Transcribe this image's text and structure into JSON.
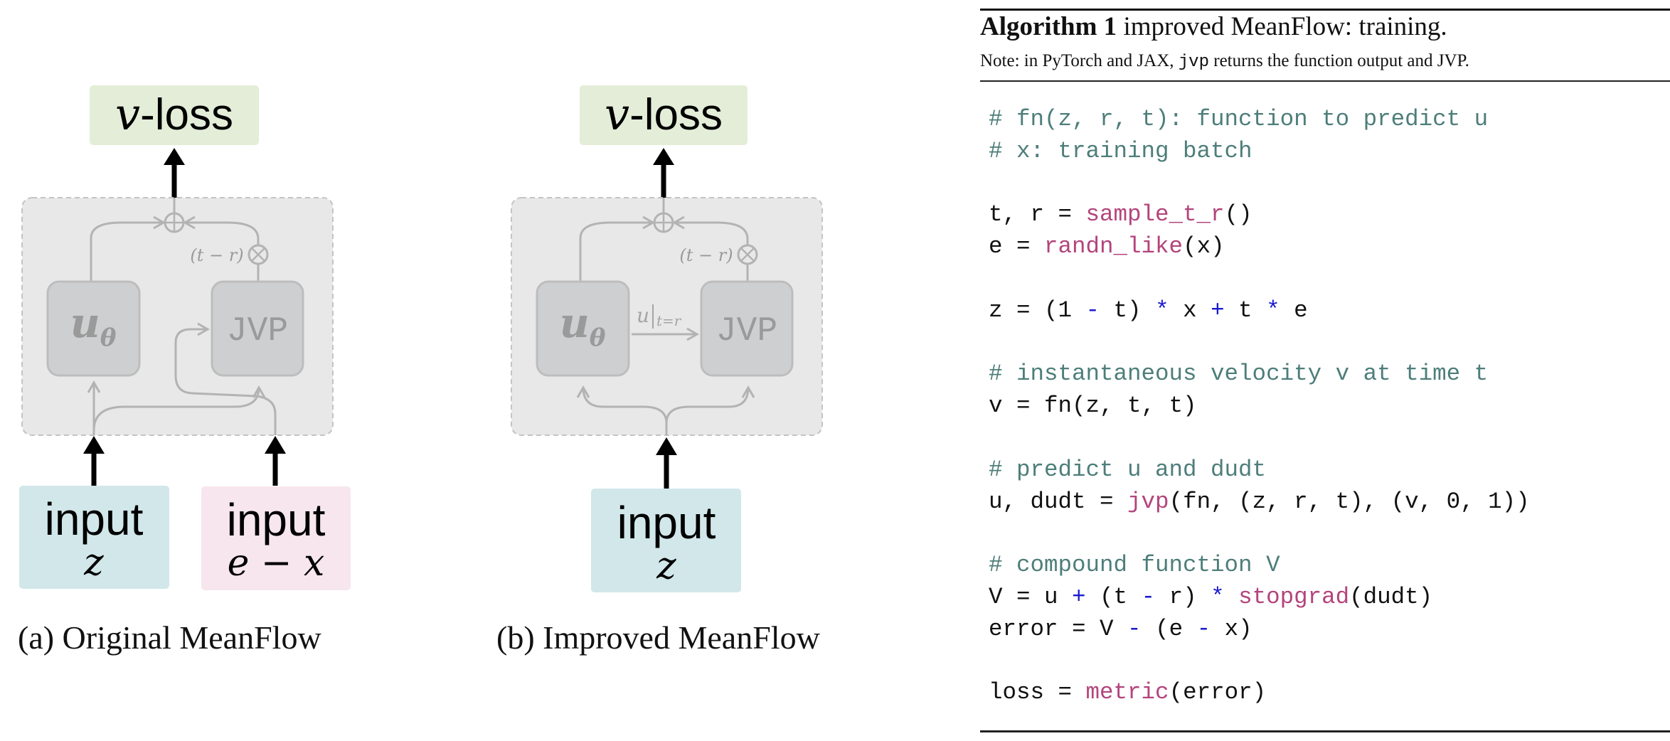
{
  "figures": [
    {
      "id": "a",
      "output_box": {
        "var": "v",
        "label": "-loss",
        "color": "#e3edd8"
      },
      "network_box": {
        "label_main": "u",
        "label_sub": "θ"
      },
      "jvp_box": {
        "label": "JVP"
      },
      "multiplier_label": "(t − r)",
      "plus_icon": "circle-plus",
      "times_icon": "circle-times",
      "inputs": [
        {
          "title": "input",
          "expr": "z",
          "color": "#d2e7ea"
        },
        {
          "title": "input",
          "expr": "e − x",
          "color": "#f7e6ee"
        }
      ],
      "caption": "(a) Original MeanFlow"
    },
    {
      "id": "b",
      "output_box": {
        "var": "v",
        "label": "-loss",
        "color": "#e3edd8"
      },
      "network_box": {
        "label_main": "u",
        "label_sub": "θ"
      },
      "jvp_box": {
        "label": "JVP"
      },
      "multiplier_label": "(t − r)",
      "edge_label": {
        "main": "u",
        "sub": "t=r"
      },
      "plus_icon": "circle-plus",
      "times_icon": "circle-times",
      "inputs": [
        {
          "title": "input",
          "expr": "z",
          "color": "#d2e7ea"
        }
      ],
      "caption": "(b) Improved MeanFlow"
    }
  ],
  "algorithm": {
    "title_bold": "Algorithm 1",
    "title_rest": " improved MeanFlow: training.",
    "note_pre": "Note: in PyTorch and JAX, ",
    "note_code": "jvp",
    "note_post": " returns the function output and JVP.",
    "colors": {
      "comment": "#4d7e7a",
      "function": "#b3447c",
      "operator": "#1a1ad0"
    },
    "code_lines": [
      [
        {
          "t": "comment",
          "s": "# fn(z, r, t): function to predict u"
        }
      ],
      [
        {
          "t": "comment",
          "s": "# x: training batch"
        }
      ],
      [],
      [
        {
          "t": "plain",
          "s": "t, r = "
        },
        {
          "t": "fn",
          "s": "sample_t_r"
        },
        {
          "t": "plain",
          "s": "()"
        }
      ],
      [
        {
          "t": "plain",
          "s": "e = "
        },
        {
          "t": "fn",
          "s": "randn_like"
        },
        {
          "t": "plain",
          "s": "(x)"
        }
      ],
      [],
      [
        {
          "t": "plain",
          "s": "z = (1 "
        },
        {
          "t": "op",
          "s": "-"
        },
        {
          "t": "plain",
          "s": " t) "
        },
        {
          "t": "op",
          "s": "*"
        },
        {
          "t": "plain",
          "s": " x "
        },
        {
          "t": "op",
          "s": "+"
        },
        {
          "t": "plain",
          "s": " t "
        },
        {
          "t": "op",
          "s": "*"
        },
        {
          "t": "plain",
          "s": " e"
        }
      ],
      [],
      [
        {
          "t": "comment",
          "s": "# instantaneous velocity v at time t"
        }
      ],
      [
        {
          "t": "plain",
          "s": "v = fn(z, t, t)"
        }
      ],
      [],
      [
        {
          "t": "comment",
          "s": "# predict u and dudt"
        }
      ],
      [
        {
          "t": "plain",
          "s": "u, dudt = "
        },
        {
          "t": "fn",
          "s": "jvp"
        },
        {
          "t": "plain",
          "s": "(fn, (z, r, t), (v, 0, 1))"
        }
      ],
      [],
      [
        {
          "t": "comment",
          "s": "# compound function V"
        }
      ],
      [
        {
          "t": "plain",
          "s": "V = u "
        },
        {
          "t": "op",
          "s": "+"
        },
        {
          "t": "plain",
          "s": " (t "
        },
        {
          "t": "op",
          "s": "-"
        },
        {
          "t": "plain",
          "s": " r) "
        },
        {
          "t": "op",
          "s": "*"
        },
        {
          "t": "plain",
          "s": " "
        },
        {
          "t": "fn",
          "s": "stopgrad"
        },
        {
          "t": "plain",
          "s": "(dudt)"
        }
      ],
      [
        {
          "t": "plain",
          "s": "error = V "
        },
        {
          "t": "op",
          "s": "-"
        },
        {
          "t": "plain",
          "s": " (e "
        },
        {
          "t": "op",
          "s": "-"
        },
        {
          "t": "plain",
          "s": " x)"
        }
      ],
      [],
      [
        {
          "t": "plain",
          "s": "loss = "
        },
        {
          "t": "fn",
          "s": "metric"
        },
        {
          "t": "plain",
          "s": "(error)"
        }
      ]
    ]
  }
}
